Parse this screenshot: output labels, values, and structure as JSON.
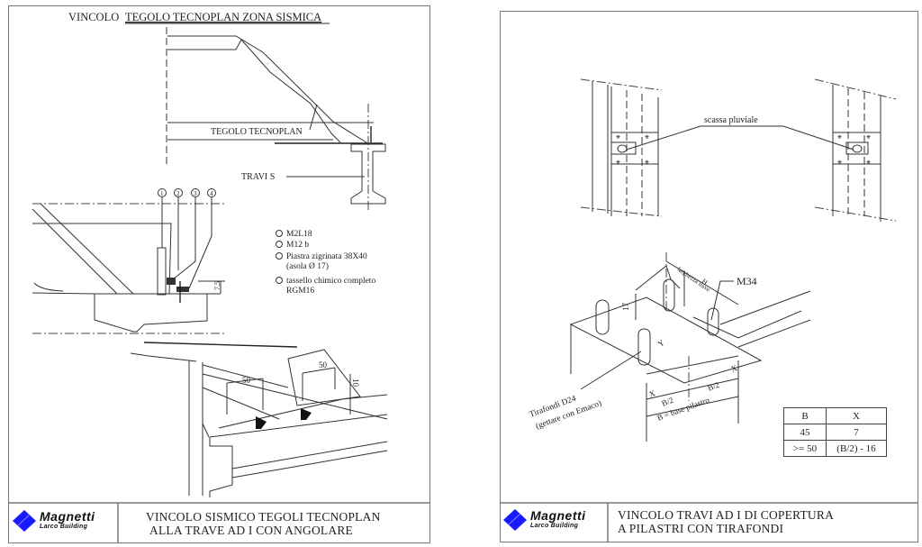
{
  "left_sheet": {
    "header_title_prefix": "VINCOLO ",
    "header_title_underlined": "TEGOLO TECNOPLAN ZONA SISMICA",
    "labels": {
      "tegolo": "TEGOLO TECNOPLAN",
      "travi": "TRAVI S",
      "dim_75": "7,5",
      "dim_50a": "50",
      "dim_50b": "50",
      "dim_10": "10"
    },
    "callout_numbers": [
      "1",
      "2",
      "3",
      "4"
    ],
    "legend": [
      {
        "num": "1",
        "text": "M2L18"
      },
      {
        "num": "2",
        "text": "M12 b"
      },
      {
        "num": "3",
        "text": "Piastra zigrinata 38X40",
        "text2": "(asola Ø 17)"
      },
      {
        "num": "4",
        "text": "tassello chimico completo",
        "text2": "RGM16"
      }
    ],
    "title_block": {
      "brand": "Magnetti",
      "brand_sub": "Larco Building",
      "title_line1": "VINCOLO SISMICO TEGOLI TECNOPLAN",
      "title_line2": "ALLA TRAVE AD I  CON ANGOLARE"
    }
  },
  "right_sheet": {
    "labels": {
      "scassa": "scassa pluviale",
      "m34": "M34",
      "h": "H",
      "larghezza": "larghezza trave",
      "dim_17": "17",
      "y": "Y",
      "x1": "X",
      "x2": "X",
      "b2a": "B/2",
      "b2b": "B/2",
      "base": "B = base pilastro",
      "tirafondi1": "Tirafondi D24",
      "tirafondi2": "(gettare con Emaco)"
    },
    "table": {
      "headers": [
        "B",
        "X"
      ],
      "rows": [
        [
          "45",
          "7"
        ],
        [
          ">= 50",
          "(B/2) - 16"
        ]
      ]
    },
    "title_block": {
      "brand": "Magnetti",
      "brand_sub": "Larco Building",
      "title_line1": "VINCOLO TRAVI AD I DI COPERTURA",
      "title_line2": "A PILASTRI CON TIRAFONDI"
    }
  },
  "colors": {
    "logo_blue": "#1a1aff",
    "frame": "#777777"
  }
}
